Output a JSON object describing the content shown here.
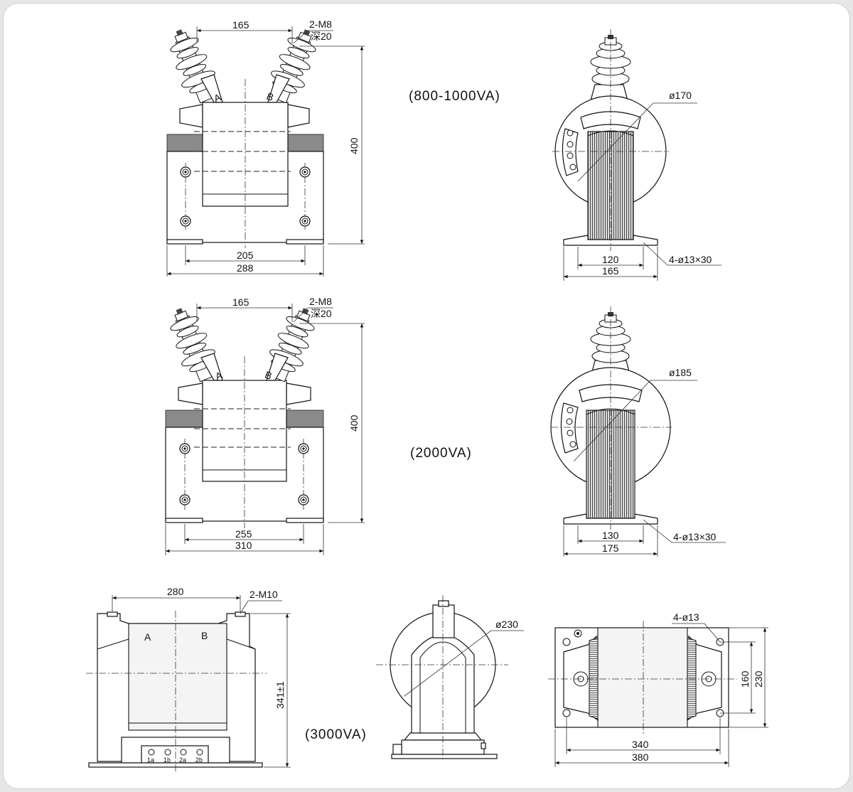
{
  "views": {
    "front_1": {
      "top_dim": "165",
      "thread_1": "2-M8",
      "thread_2": "深20",
      "height": "400",
      "label_a": "A",
      "label_b": "B",
      "bottom_inner": "205",
      "bottom_outer": "288"
    },
    "caption_1": "(800-1000VA)",
    "side_1": {
      "diameter": "ø170",
      "inner": "120",
      "outer": "165",
      "holes": "4-ø13×30"
    },
    "front_2": {
      "top_dim": "165",
      "thread_1": "2-M8",
      "thread_2": "深20",
      "height": "400",
      "label_a": "A",
      "label_b": "B",
      "bottom_inner": "255",
      "bottom_outer": "310"
    },
    "caption_2": "(2000VA)",
    "side_2": {
      "diameter": "ø185",
      "inner": "130",
      "outer": "175",
      "holes": "4-ø13×30"
    },
    "front_3": {
      "top_dim": "280",
      "thread": "2-M10",
      "height": "341±1",
      "label_a": "A",
      "label_b": "B",
      "terminals": [
        "1a",
        "1b",
        "2a",
        "2b"
      ]
    },
    "caption_3": "(3000VA)",
    "side_3": {
      "diameter": "ø230"
    },
    "top_3": {
      "holes": "4-ø13",
      "inner_h": "160",
      "outer_h": "230",
      "inner_w": "340",
      "outer_w": "380"
    }
  }
}
